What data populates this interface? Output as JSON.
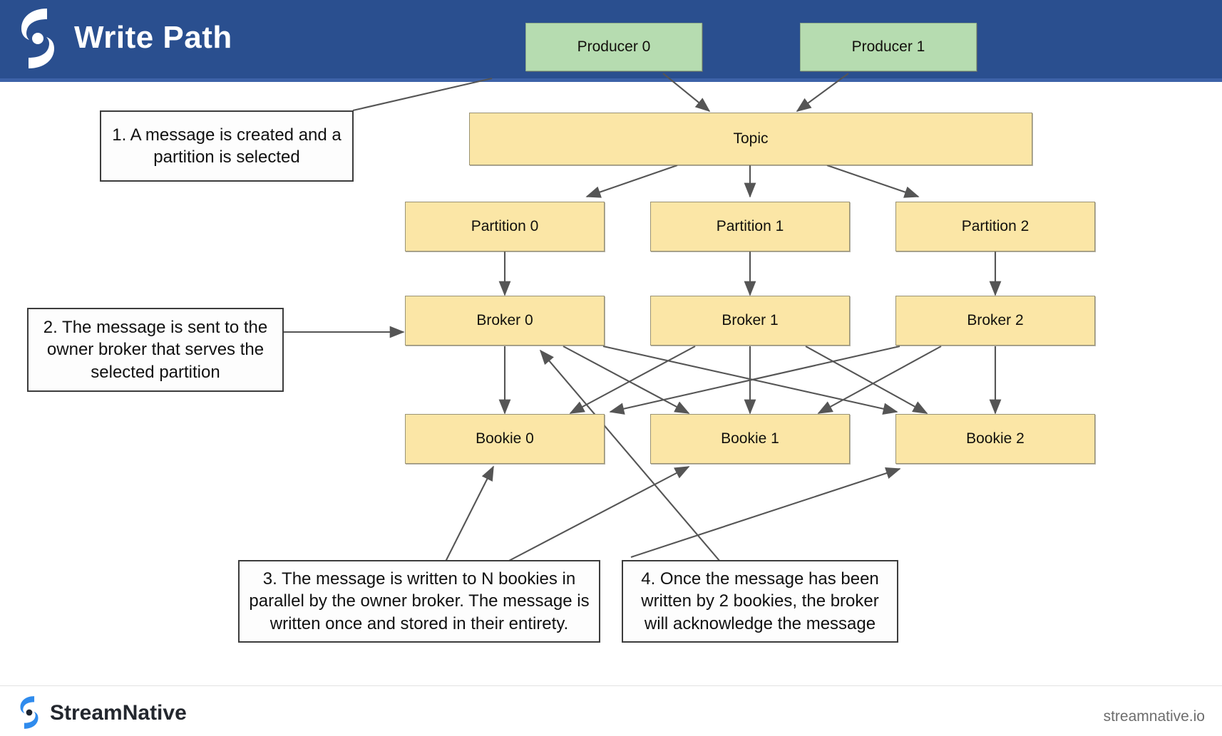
{
  "header": {
    "title": "Write Path",
    "logo_icon": "streamnative-s-logo-icon",
    "background_color": "#2a4f8f"
  },
  "diagram": {
    "type": "flow-diagram",
    "producers": [
      {
        "label": "Producer 0"
      },
      {
        "label": "Producer 1"
      }
    ],
    "topic": {
      "label": "Topic"
    },
    "partitions": [
      {
        "label": "Partition 0"
      },
      {
        "label": "Partition 1"
      },
      {
        "label": "Partition 2"
      }
    ],
    "brokers": [
      {
        "label": "Broker 0"
      },
      {
        "label": "Broker 1"
      },
      {
        "label": "Broker 2"
      }
    ],
    "bookies": [
      {
        "label": "Bookie 0"
      },
      {
        "label": "Bookie 1"
      },
      {
        "label": "Bookie 2"
      }
    ],
    "colors": {
      "producer_fill": "#b6dcb0",
      "node_fill": "#fbe6a6",
      "node_border": "#9a9374",
      "connector": "#555555"
    }
  },
  "callouts": [
    {
      "id": "step-1",
      "text": "1. A message is created and a partition is selected"
    },
    {
      "id": "step-2",
      "text": "2. The message is sent to the owner broker that serves the selected partition"
    },
    {
      "id": "step-3",
      "text": "3. The message is written to N bookies in parallel by the owner broker. The message is written once and stored in their entirety."
    },
    {
      "id": "step-4",
      "text": "4. Once the message has been written by 2 bookies, the broker will acknowledge the message"
    }
  ],
  "footer": {
    "brand": "StreamNative",
    "url": "streamnative.io",
    "logo_icon": "streamnative-s-logo-icon"
  }
}
